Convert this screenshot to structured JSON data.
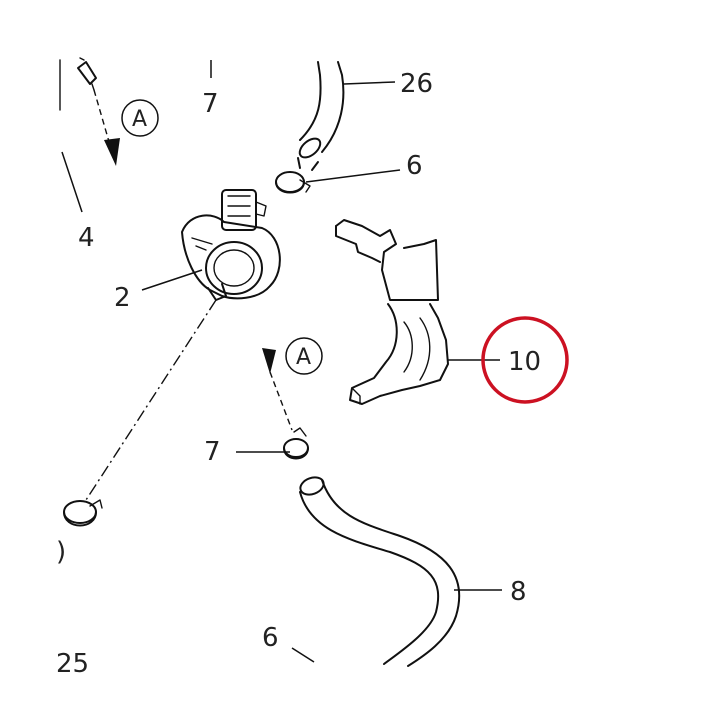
{
  "callouts": {
    "c26": "26",
    "c7_top": "7",
    "c6_top": "6",
    "c4": "4",
    "c2": "2",
    "c10": "10",
    "c7_mid": "7",
    "c8": "8",
    "c6_bottom": "6",
    "c25_partial": "25",
    "c_left_partial": ")"
  },
  "refs": {
    "a_top": "A",
    "a_mid": "A"
  },
  "highlight": {
    "target_callout": "10",
    "color": "#cc1122"
  }
}
